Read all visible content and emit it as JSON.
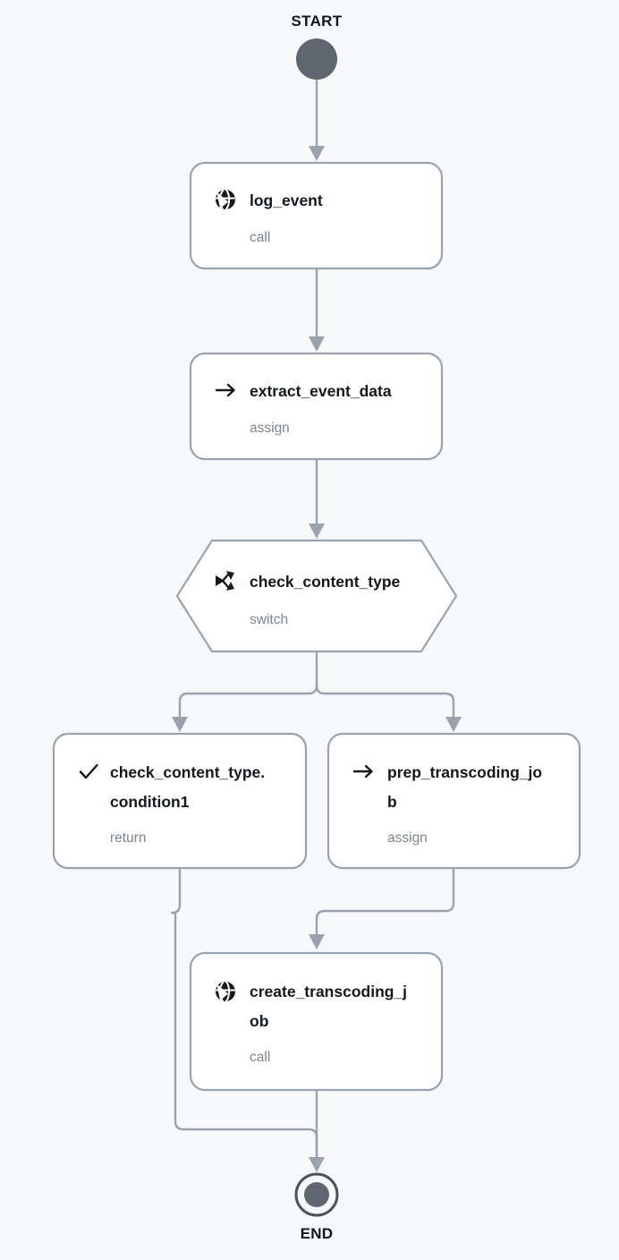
{
  "diagram": {
    "type": "workflow-flowchart",
    "background_color": "#f6f8fa",
    "node_border_color": "#9aa3ad",
    "node_fill_color": "#ffffff",
    "edge_color": "#9aa3ad",
    "terminal_color": "#5f6670",
    "title_color": "#14181d",
    "subtitle_color": "#7d858e"
  },
  "start": {
    "label": "START",
    "icon": "filled-circle-icon"
  },
  "end": {
    "label": "END",
    "icon": "target-circle-icon"
  },
  "nodes": [
    {
      "id": "log_event",
      "title": "log_event",
      "subtitle": "call",
      "icon": "globe-icon",
      "shape": "rounded-rect"
    },
    {
      "id": "extract_event_data",
      "title": "extract_event_data",
      "subtitle": "assign",
      "icon": "arrow-right-icon",
      "shape": "rounded-rect"
    },
    {
      "id": "check_content_type",
      "title": "check_content_type",
      "subtitle": "switch",
      "icon": "branch-split-icon",
      "shape": "hexagon"
    },
    {
      "id": "check_content_type.condition1",
      "title_line1": "check_content_type.",
      "title_line2": "condition1",
      "subtitle": "return",
      "icon": "check-icon",
      "shape": "rounded-rect"
    },
    {
      "id": "prep_transcoding_job",
      "title_line1": "prep_transcoding_jo",
      "title_line2": "b",
      "subtitle": "assign",
      "icon": "arrow-right-icon",
      "shape": "rounded-rect"
    },
    {
      "id": "create_transcoding_job",
      "title_line1": "create_transcoding_j",
      "title_line2": "ob",
      "subtitle": "call",
      "icon": "globe-icon",
      "shape": "rounded-rect"
    }
  ],
  "edges": [
    {
      "from": "START",
      "to": "log_event"
    },
    {
      "from": "log_event",
      "to": "extract_event_data"
    },
    {
      "from": "extract_event_data",
      "to": "check_content_type"
    },
    {
      "from": "check_content_type",
      "to": "check_content_type.condition1"
    },
    {
      "from": "check_content_type",
      "to": "prep_transcoding_job"
    },
    {
      "from": "prep_transcoding_job",
      "to": "create_transcoding_job"
    },
    {
      "from": "create_transcoding_job",
      "to": "END"
    },
    {
      "from": "check_content_type.condition1",
      "to": "END"
    }
  ]
}
